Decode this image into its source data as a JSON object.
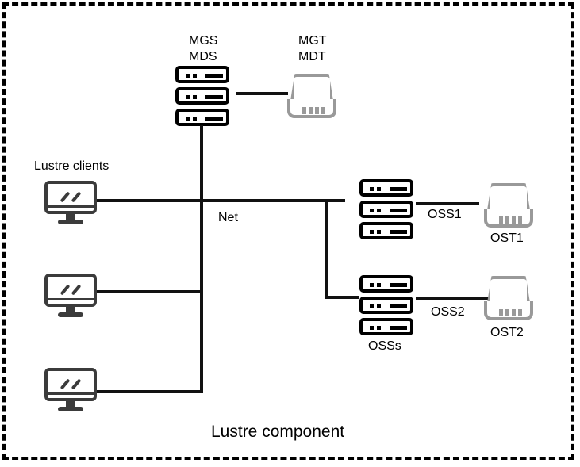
{
  "diagram": {
    "title": "Lustre component",
    "border_color": "#000000",
    "wire_color": "#111111",
    "server_color": "#000000",
    "disk_color": "#999999",
    "client_color": "#3b3b3b"
  },
  "labels": {
    "mgs_mds": "MGS\nMDS",
    "mgt_mdt": "MGT\nMDT",
    "lustre_clients": "Lustre clients",
    "net": "Net",
    "oss1": "OSS1",
    "oss2": "OSS2",
    "osss": "OSSs",
    "ost1": "OST1",
    "ost2": "OST2"
  },
  "nodes": {
    "mgs_mds_server": "MGS MDS server stack",
    "mgt_mdt_disk": "MGT MDT storage target",
    "oss1_server": "OSS1 server stack",
    "oss2_server": "OSS2 server stack",
    "ost1_disk": "OST1 storage target",
    "ost2_disk": "OST2 storage target",
    "client1": "Lustre client 1",
    "client2": "Lustre client 2",
    "client3": "Lustre client 3"
  }
}
